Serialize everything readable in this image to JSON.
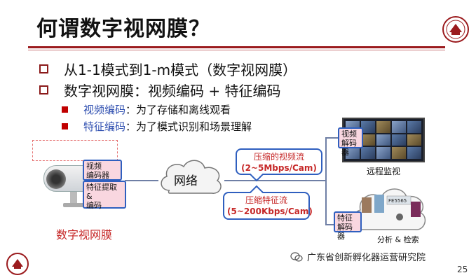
{
  "slide": {
    "title": "何谓数字视网膜？",
    "page_number": "25"
  },
  "bullets": [
    {
      "text": "从1-1模式到1-m模式（数字视网膜）"
    },
    {
      "text": "数字视网膜：视频编码 + 特征编码"
    }
  ],
  "sub_bullets": [
    {
      "key": "视频编码",
      "value": "：为了存储和离线观看"
    },
    {
      "key": "特征编码",
      "value": "：为了模式识别和场景理解"
    }
  ],
  "diagram": {
    "camera_chip_video": "视频\n编码器",
    "camera_chip_feature": "特征提取\n&\n编码",
    "camera_label": "数字视网膜",
    "network_label": "网络",
    "stream_video_title": "压缩的视频流",
    "stream_video_rate": "(2~5Mbps/Cam)",
    "stream_feature_title": "压缩特征流",
    "stream_feature_rate": "(5~200Kbps/Cam)",
    "decoder_video": "视频\n解码器",
    "decoder_feature": "特征\n解码器",
    "remote_monitor_label": "远程监视",
    "analysis_label": "分析 & 检索",
    "analysis_tag": "FE5565"
  },
  "watermark": {
    "text": "广东省创新孵化器运营研究院",
    "icon": "wechat-icon"
  },
  "colors": {
    "accent_red": "#9b1b1e",
    "key_blue": "#2f4fb0",
    "chip_fill": "#f9d7e0",
    "chip_border": "#2f5fbf"
  }
}
